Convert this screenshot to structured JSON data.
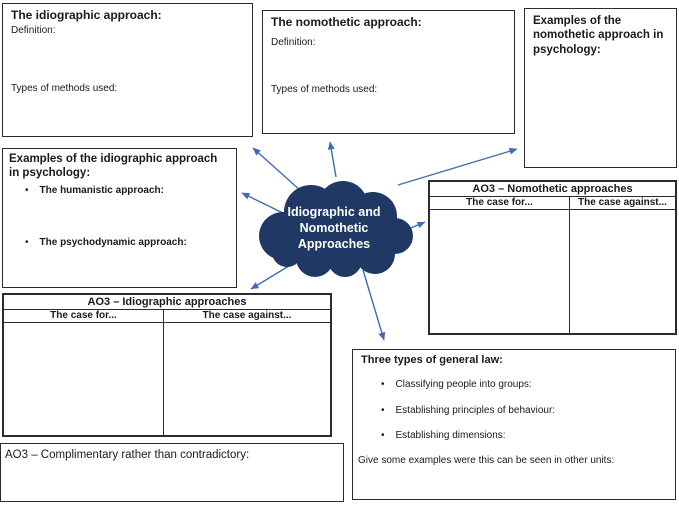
{
  "cloud": {
    "line1": "Idiographic and",
    "line2": "Nomothetic",
    "line3": "Approaches",
    "fill": "#1f3864",
    "text_color": "#ffffff"
  },
  "colors": {
    "arrow": "#3f6ab5",
    "box_border": "#2b2b2b",
    "background": "#ffffff"
  },
  "boxes": {
    "idiographic": {
      "title": "The idiographic approach:",
      "definition_label": "Definition:",
      "methods_label": "Types of methods used:"
    },
    "nomothetic": {
      "title": "The nomothetic approach:",
      "definition_label": "Definition:",
      "methods_label": "Types of methods used:"
    },
    "nomothetic_examples": {
      "title": "Examples of the nomothetic approach in psychology:"
    },
    "idiographic_examples": {
      "title": "Examples of the idiographic approach in psychology:",
      "bullets": [
        "The humanistic approach:",
        "The psychodynamic approach:"
      ]
    },
    "ao3_nomothetic": {
      "title": "AO3 – Nomothetic approaches",
      "col_for": "The case for...",
      "col_against": "The case against..."
    },
    "ao3_idiographic": {
      "title": "AO3 – Idiographic approaches",
      "col_for": "The case for...",
      "col_against": "The case against..."
    },
    "ao3_complimentary": {
      "title": "AO3 – Complimentary rather than contradictory:"
    },
    "three_types": {
      "title": "Three types of general law:",
      "bullets": [
        "Classifying people into groups:",
        "Establishing principles of behaviour:",
        "Establishing dimensions:"
      ],
      "footer": "Give some examples were this can be seen in other units:"
    }
  },
  "icons": {
    "bullet": "•"
  }
}
